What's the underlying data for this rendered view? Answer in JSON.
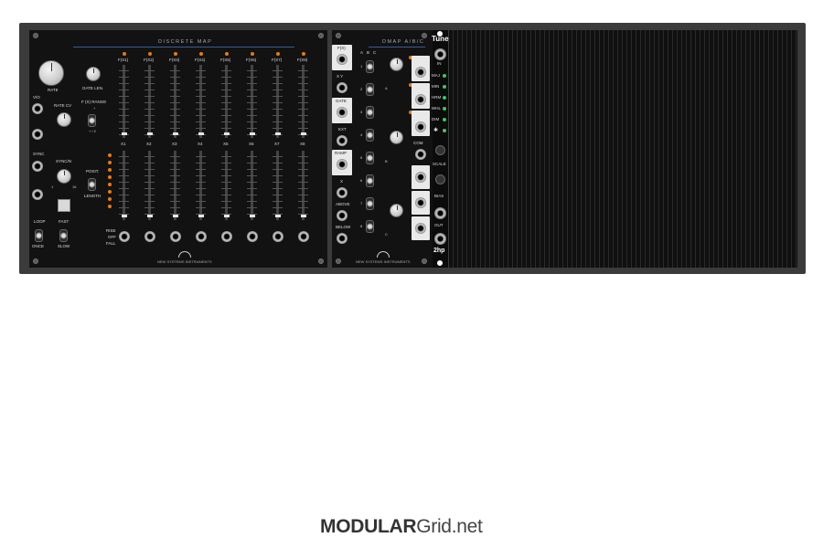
{
  "rack": {
    "module_discrete_map": "DISCRETE MAP",
    "module_dmap": "DMAP A/B/C",
    "logo_text": "NEW SYSTEMS INSTRUMENTS"
  },
  "discrete_map": {
    "rate": "RATE",
    "vo": "V/O",
    "rate_cv": "RATE CV",
    "sync": "SYNC",
    "sync_n": "SYNC/N",
    "sync_min": "1",
    "sync_max": "16",
    "loop": "LOOP",
    "once": "ONCE",
    "fast": "FAST",
    "slow": "SLOW",
    "gate_len": "GATE LEN.",
    "fx_range": "F (X) RANGE",
    "range_plus": "+",
    "range_pm": "+ / 2",
    "pos": "POSIT.",
    "length": "LENGTH",
    "rise": "RISE",
    "off": "OFF",
    "fall": "FALL",
    "f_labels": [
      "F(X1)",
      "F(X2)",
      "F(X3)",
      "F(X4)",
      "F(X5)",
      "F(X6)",
      "F(X7)",
      "F(X8)"
    ],
    "x_labels": [
      "X1",
      "X2",
      "X3",
      "X4",
      "X5",
      "X6",
      "X7",
      "X8"
    ]
  },
  "dmap_jacks": {
    "f_x": "F(X)",
    "x_y": "X Y",
    "gate": "GATE",
    "ext": "EXT",
    "ramp": "RAMP",
    "x": "X",
    "above": "ABOVE",
    "below": "BELOW"
  },
  "dmap": {
    "cols": [
      "A",
      "B",
      "C"
    ],
    "nums": [
      "1",
      "2",
      "3",
      "4",
      "5",
      "6",
      "7",
      "8"
    ],
    "scale_vert": "SCALE",
    "x_vert": "X",
    "com": "COM"
  },
  "tune": {
    "title": "Tune",
    "in": "IN",
    "leds": [
      "MAJ",
      "MIN",
      "HRM",
      "WHL",
      "DIM",
      "✱"
    ],
    "scale": "SCALE",
    "bias": "BIAS",
    "out": "OUT",
    "hp": "2hp"
  },
  "footer": {
    "brand_bold": "MODULAR",
    "brand_light": "Grid.net"
  },
  "colors": {
    "rack_frame": "#3b3b3b",
    "panel": "#121212",
    "led_orange": "#e07c1a",
    "led_green": "#3ec85a"
  }
}
